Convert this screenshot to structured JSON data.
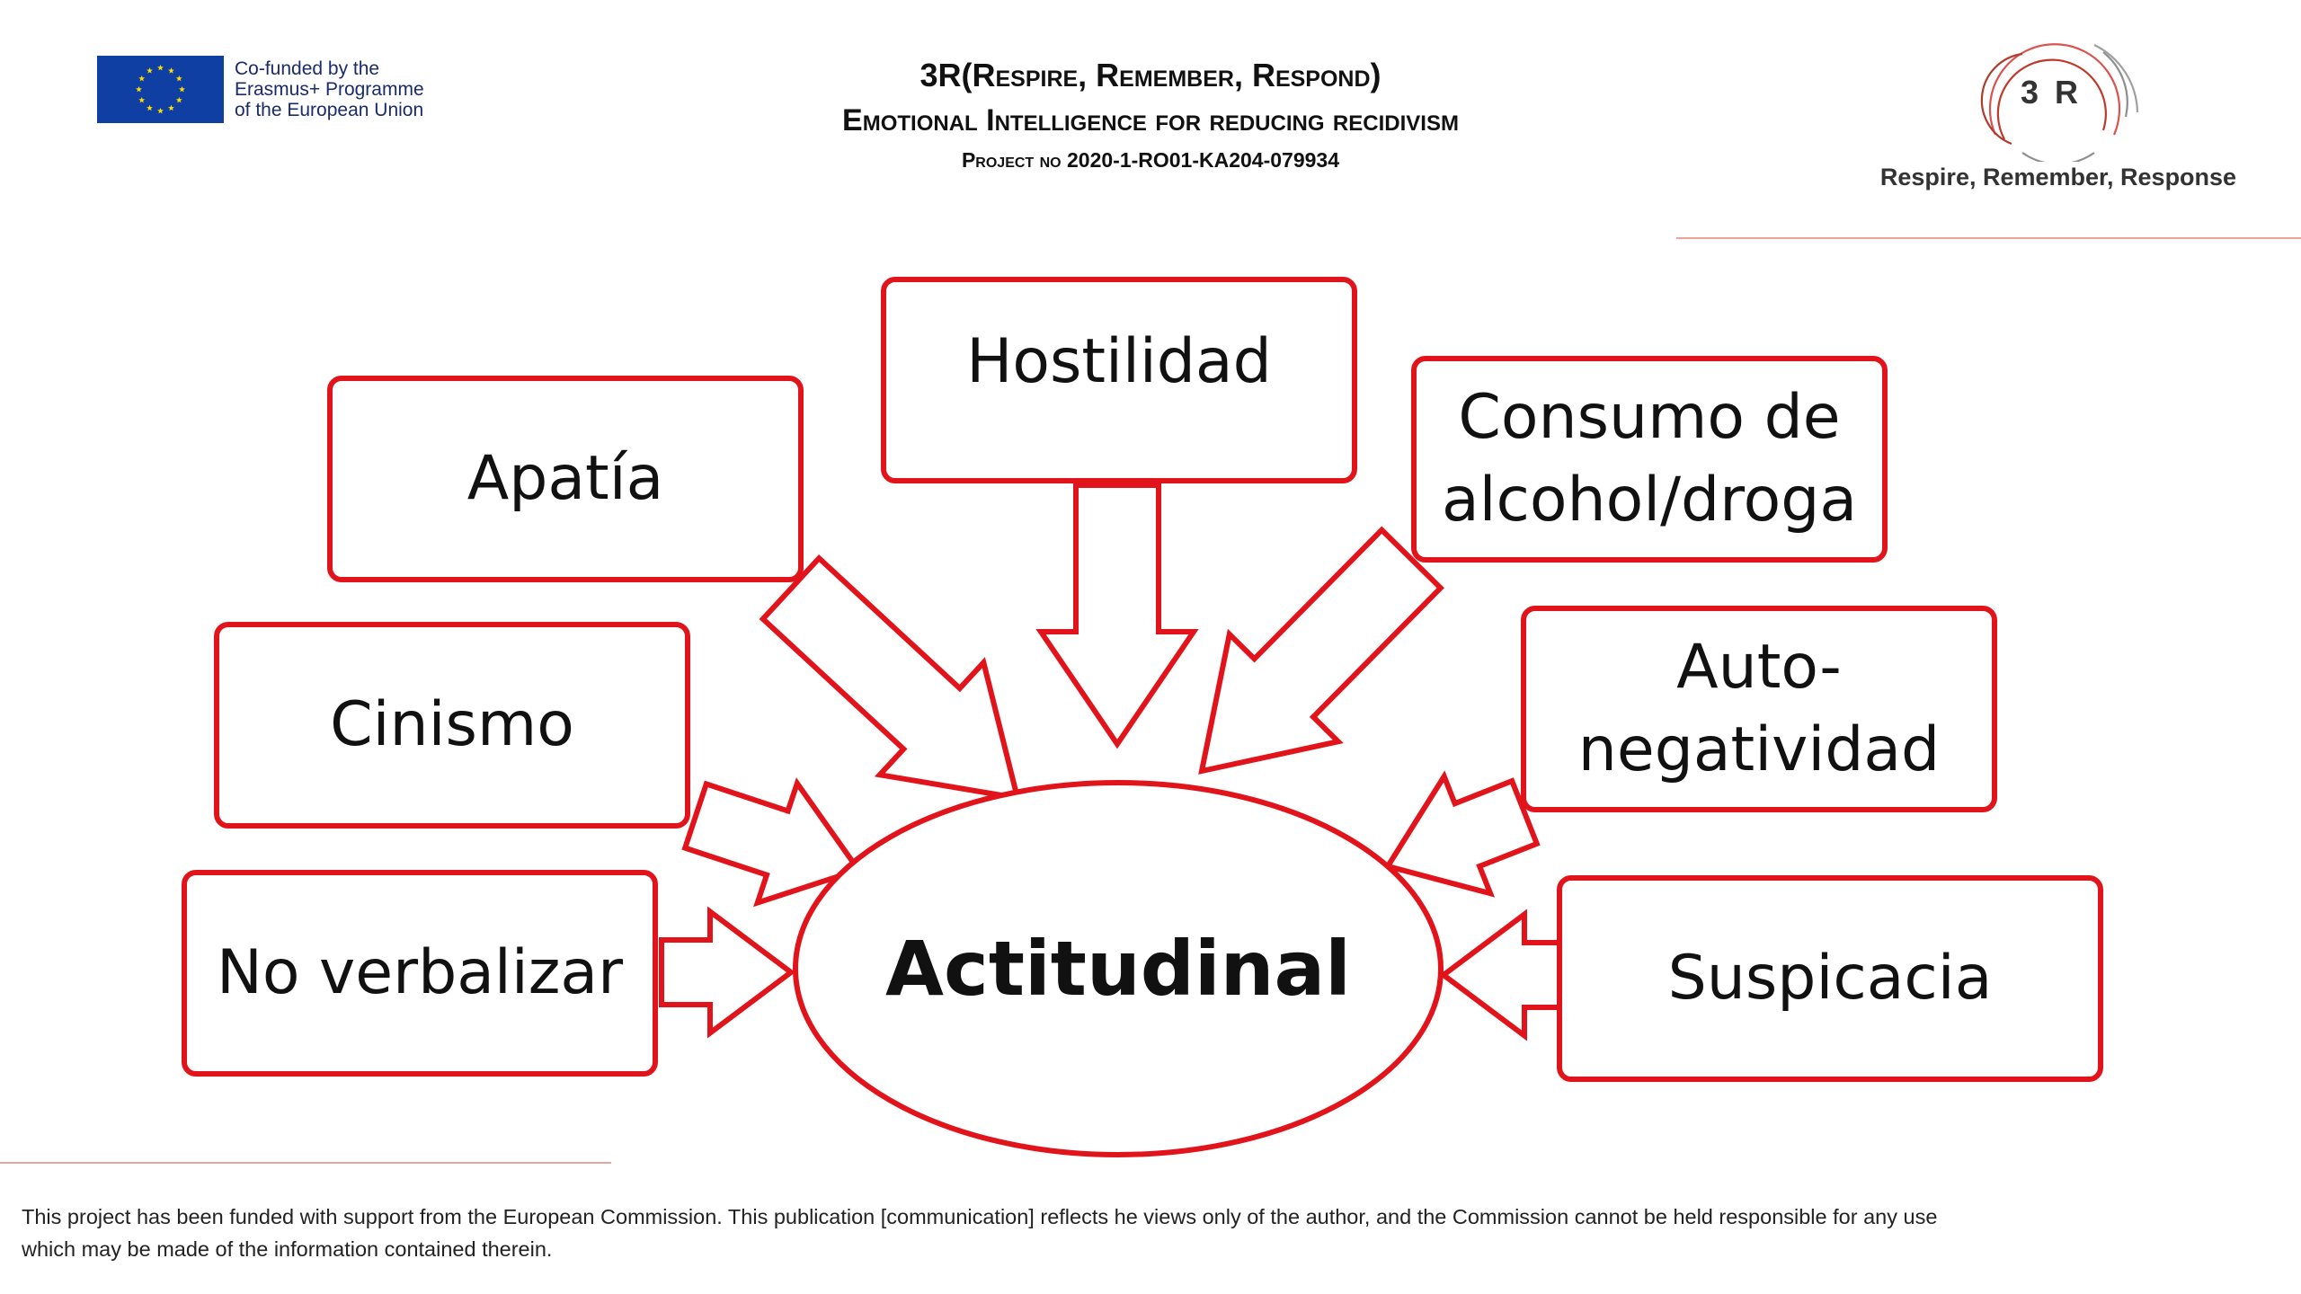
{
  "header": {
    "eu_logo": {
      "flag_icon": "eu-flag-icon",
      "lines": [
        "Co-funded by the",
        "Erasmus+ Programme",
        "of the European Union"
      ]
    },
    "title_line1": "3R(Respire, Remember, Respond)",
    "title_line2": "Emotional Intelligence for reducing recidivism",
    "title_line3": "Project no 2020-1-RO01-KA204-079934",
    "brand_logo": {
      "mark_text": "3 R",
      "caption": "Respire, Remember, Response"
    }
  },
  "diagram": {
    "center_label": "Actitudinal",
    "nodes": [
      {
        "id": "apatia",
        "lines": [
          "Apatía"
        ]
      },
      {
        "id": "hostilidad",
        "lines": [
          "Hostilidad"
        ]
      },
      {
        "id": "consumo",
        "lines": [
          "Consumo de",
          "alcohol/droga"
        ]
      },
      {
        "id": "cinismo",
        "lines": [
          "Cinismo"
        ]
      },
      {
        "id": "autonegatividad",
        "lines": [
          "Auto-",
          "negatividad"
        ]
      },
      {
        "id": "no-verbalizar",
        "lines": [
          "No verbalizar"
        ]
      },
      {
        "id": "suspicacia",
        "lines": [
          "Suspicacia"
        ]
      }
    ],
    "colors": {
      "accent": "#e2141b",
      "rule": "#e9a49c",
      "eu_blue": "#0f3fa3",
      "eu_star": "#ffdd00"
    }
  },
  "footer": {
    "disclaimer_line1": "This project has been funded with support from the European Commission. This publication [communication] reflects he views only of the author,  and the Commission cannot be held responsible for any use",
    "disclaimer_line2": "which may be made of the information contained therein."
  }
}
